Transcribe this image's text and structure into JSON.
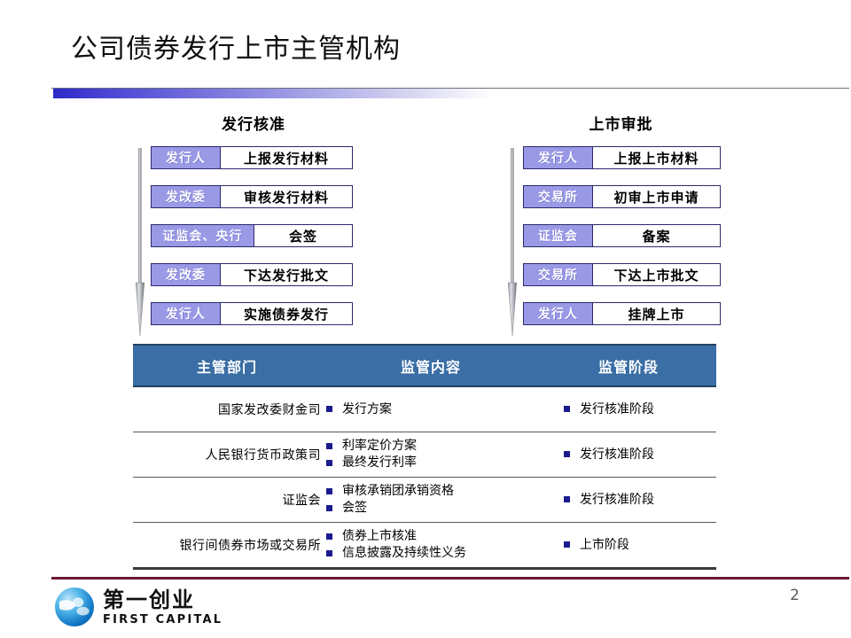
{
  "slide": {
    "title": "公司债券发行上市主管机构",
    "page_number": "2",
    "accent_blue": "#2e28c8",
    "header_blue": "#3a6ea5",
    "actor_purple": "#9a99e6",
    "footer_maroon": "#6b1735",
    "bullet_navy": "#1b1b8f"
  },
  "flows": [
    {
      "heading": "发行核准",
      "arrow_icon": "down-arrow-icon",
      "steps": [
        {
          "actor": "发行人",
          "action": "上报发行材料",
          "wide": false
        },
        {
          "actor": "发改委",
          "action": "审核发行材料",
          "wide": false
        },
        {
          "actor": "证监会、央行",
          "action": "会签",
          "wide": true
        },
        {
          "actor": "发改委",
          "action": "下达发行批文",
          "wide": false
        },
        {
          "actor": "发行人",
          "action": "实施债券发行",
          "wide": false
        }
      ]
    },
    {
      "heading": "上市审批",
      "arrow_icon": "down-arrow-icon",
      "steps": [
        {
          "actor": "发行人",
          "action": "上报上市材料",
          "wide": false
        },
        {
          "actor": "交易所",
          "action": "初审上市申请",
          "wide": false
        },
        {
          "actor": "证监会",
          "action": "备案",
          "wide": false
        },
        {
          "actor": "交易所",
          "action": "下达上市批文",
          "wide": false
        },
        {
          "actor": "发行人",
          "action": "挂牌上市",
          "wide": false
        }
      ]
    }
  ],
  "table": {
    "columns": [
      "主管部门",
      "监管内容",
      "监管阶段"
    ],
    "rows": [
      {
        "dept": "国家发改委财金司",
        "scope": [
          "发行方案"
        ],
        "stage": [
          "发行核准阶段"
        ]
      },
      {
        "dept": "人民银行货币政策司",
        "scope": [
          "利率定价方案",
          "最终发行利率"
        ],
        "stage": [
          "发行核准阶段"
        ]
      },
      {
        "dept": "证监会",
        "scope": [
          "审核承销团承销资格",
          "会签"
        ],
        "stage": [
          "发行核准阶段"
        ]
      },
      {
        "dept": "银行间债券市场或交易所",
        "scope": [
          "债券上市核准",
          "信息披露及持续性义务"
        ],
        "stage": [
          "上市阶段"
        ]
      }
    ]
  },
  "logo": {
    "cn_name": "第一创业",
    "en_name": "FIRST CAPITAL",
    "mark_icon": "globe-icon"
  }
}
